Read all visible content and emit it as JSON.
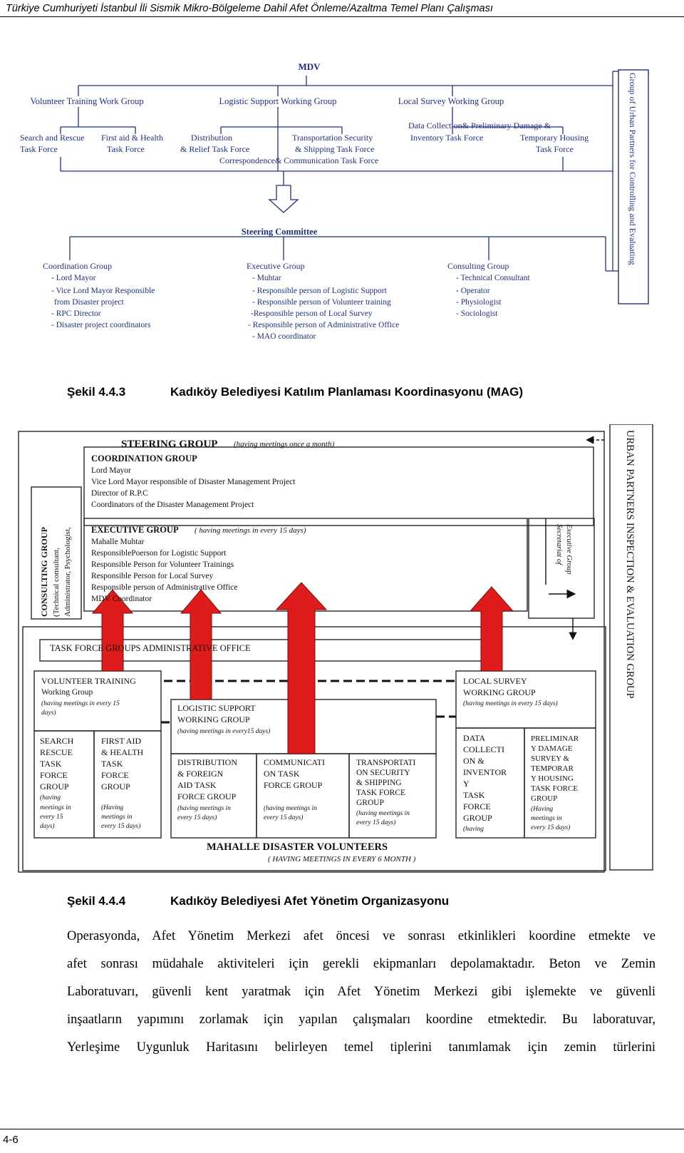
{
  "header": {
    "title": "Türkiye Cumhuriyeti İstanbul İli Sismik Mikro-Bölgeleme Dahil Afet Önleme/Azaltma Temel Planı Çalışması"
  },
  "figure1": {
    "top": "MDV",
    "groups": {
      "volunteer": "Volunteer Training Work Group",
      "logistic": "Logistic Support Working Group",
      "local": "Local Survey Working Group"
    },
    "tasks": {
      "search_1": "Search and Rescue",
      "search_2": "Task Force",
      "first_1": "First aid & Health",
      "first_2": "Task Force",
      "dist_1": "Distribution",
      "dist_2": "& Relief Task Force",
      "trans_1": "Transportation Security",
      "trans_2": "& Shipping Task Force",
      "corr": "Correspondence& Communication Task Force",
      "data_1": "Data Collection& Preliminary Damage &",
      "data_2": "Inventory Task Force",
      "temp_1": "Temporary Housing",
      "temp_2": "Task Force"
    },
    "side": "Group of Urban Partners for Controlling and Evaluating",
    "steering": "Steering Committee",
    "coordination": {
      "title": "Coordination Group",
      "items": [
        "-   Lord Mayor",
        "-   Vice Lord Mayor Responsible",
        "from Disaster project",
        "-   RPC Director",
        "-   Disaster project coordinators"
      ]
    },
    "executive": {
      "title": "Executive Group",
      "items": [
        "- Muhtar",
        "- Responsible person of Logistic Support",
        "- Responsible person of Volunteer training",
        "-Responsible person of Local Survey",
        "- Responsible person of Administrative Office",
        "- MAO coordinator"
      ]
    },
    "consulting": {
      "title": "Consulting Group",
      "items": [
        "- Technical Consultant",
        "- Operator",
        "- Physiologist",
        "- Sociologist"
      ]
    }
  },
  "caption1": {
    "num": "Şekil 4.4.3",
    "text": "Kadıköy Belediyesi Katılım Planlaması Koordinasyonu (MAG)"
  },
  "figure2": {
    "steering_title": "STEERING GROUP",
    "steering_note": "(having meetings once a month)",
    "urban": "URBAN PARTNERS INSPECTION & EVALUATION GROUP",
    "consulting": {
      "l1": "CONSULTING GROUP",
      "l2": "(Technical consultant,",
      "l3": "Administrator, Psychologist,"
    },
    "coordination": {
      "title": "COORDINATION GROUP",
      "items": [
        "Lord Mayor",
        "Vice Lord Mayor responsible of Disaster Management Project",
        "Director of R.P.C",
        "Coordinators of the Disaster Management Project"
      ]
    },
    "executive": {
      "title": "EXECUTIVE GROUP",
      "note": "( having meetings in every 15 days)",
      "items": [
        "Mahalle Muhtar",
        "ResponsiblePoerson for Logistic Support",
        "Responsible Person for Volunteer Trainings",
        "Responsible Person for Local Survey",
        "Responsible person of Administrative Office",
        "MDV Coordinator"
      ]
    },
    "secretariat": {
      "l1": "Secretariat of",
      "l2": "Executive Group"
    },
    "task_force": "TASK FORCE GROUPS  ADMINISTRATIVE OFFICE",
    "volunteer": {
      "l1": "VOLUNTEER TRAINING",
      "l2": "Working Group",
      "l3": "(having meetings in every 15",
      "l4": "days)"
    },
    "logistic": {
      "l1": "LOGISTIC SUPPORT",
      "l2": "WORKING GROUP",
      "l3": "(having meetings in every15 days)"
    },
    "local": {
      "l1": "LOCAL SURVEY",
      "l2": "WORKING GROUP",
      "l3": "(having meetings in every 15 days)"
    },
    "search": [
      "SEARCH",
      "RESCUE",
      "TASK",
      "FORCE",
      "GROUP",
      "(having",
      "meetings in",
      "every 15",
      "days)"
    ],
    "firstaid": [
      "FIRST AID",
      "& HEALTH",
      "TASK",
      "FORCE",
      "GROUP",
      "",
      "(Having",
      "meetings in",
      "every 15 days)"
    ],
    "distribution": [
      "DISTRIBUTION",
      "& FOREIGN",
      "AID TASK",
      "FORCE GROUP",
      "(having meetings in",
      "every 15 days)"
    ],
    "communication": [
      "COMMUNICATI",
      "ON TASK",
      "FORCE GROUP",
      "",
      "(having meetings in",
      "every 15 days)"
    ],
    "transportation": [
      "TRANSPORTATI",
      "ON SECURITY",
      "& SHIPPING",
      "TASK FORCE",
      "GROUP",
      "(having meetings in",
      "every 15 days)"
    ],
    "datacollection": [
      "DATA",
      "COLLECTI",
      "ON &",
      "INVENTOR",
      "Y",
      "TASK",
      "FORCE",
      "GROUP",
      "(having"
    ],
    "preliminary": [
      "PRELIMINAR",
      "Y DAMAGE",
      "SURVEY &",
      "TEMPORAR",
      "Y HOUSING",
      "TASK FORCE",
      "GROUP",
      "(Having",
      "meetings in",
      "every 15 days)"
    ],
    "mahalle": "MAHALLE DISASTER VOLUNTEERS",
    "mahalle_note": "( HAVING MEETINGS IN EVERY 6 MONTH )"
  },
  "caption2": {
    "num": "Şekil 4.4.4",
    "text": "Kadıköy Belediyesi Afet Yönetim Organizasyonu"
  },
  "body": {
    "lines": [
      "Operasyonda, Afet Yönetim Merkezi afet öncesi ve sonrası etkinlikleri koordine etmekte ve",
      "afet sonrası müdahale aktiviteleri için gerekli ekipmanları depolamaktadır. Beton ve Zemin",
      "Laboratuvarı, güvenli kent yaratmak için Afet Yönetim Merkezi gibi işlemekte ve güvenli",
      "inşaatların yapımını zorlamak için yapılan çalışmaları koordine etmektedir. Bu laboratuvar,",
      "Yerleşime Uygunluk Haritasını belirleyen temel tiplerini tanımlamak için zemin türlerini"
    ]
  },
  "footer": {
    "page": "4-6"
  }
}
